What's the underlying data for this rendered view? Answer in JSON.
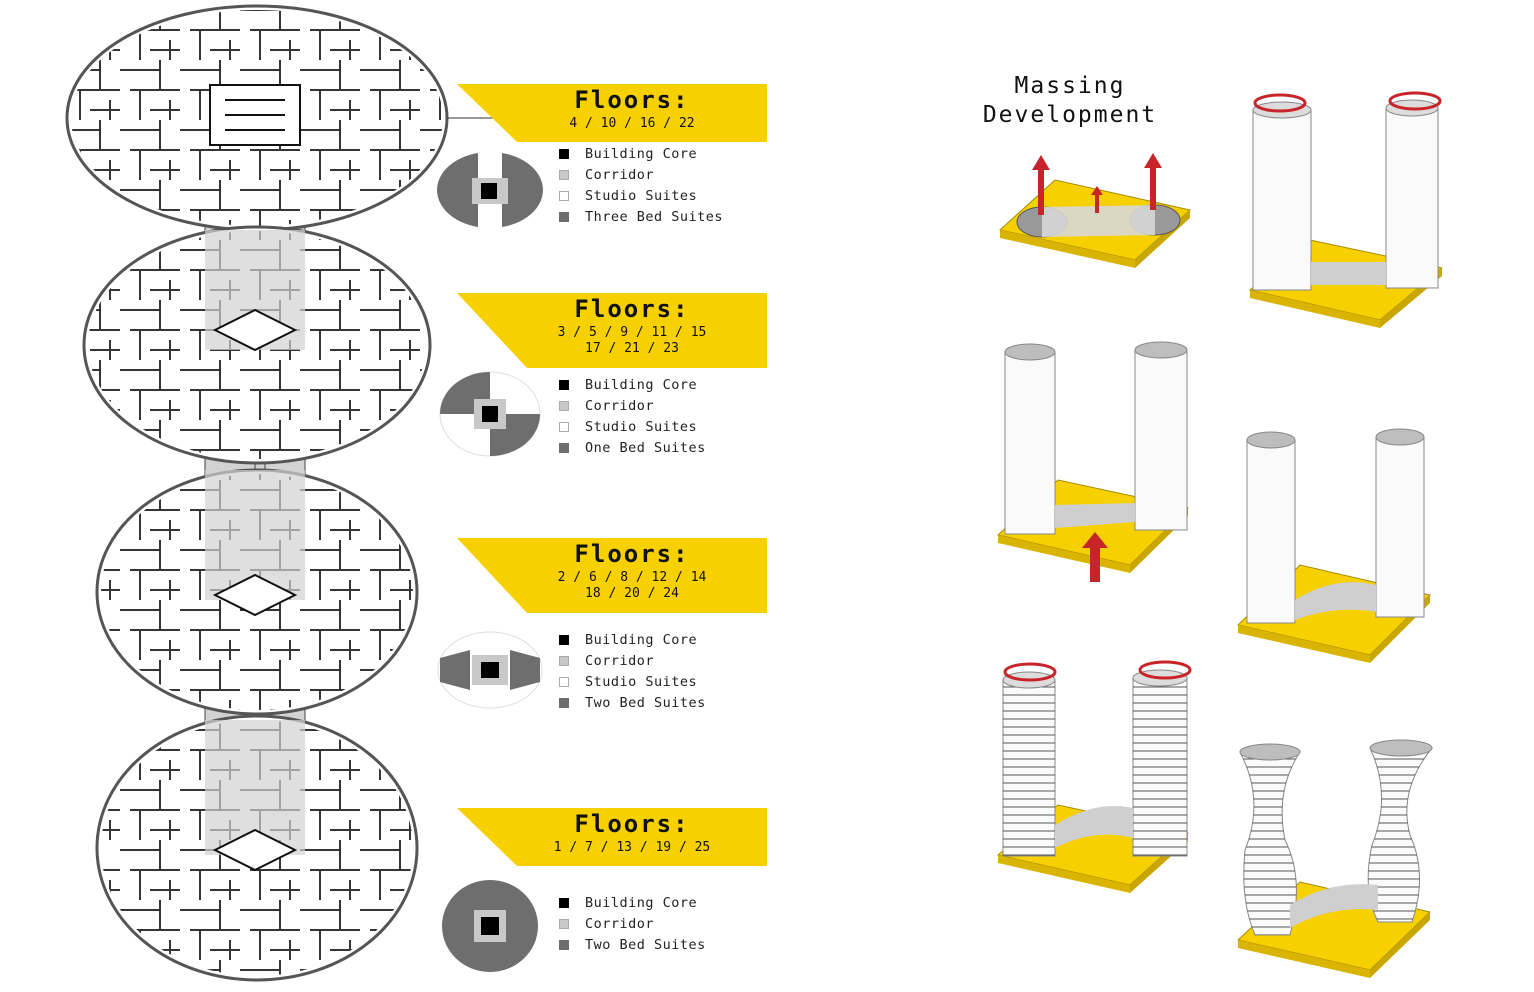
{
  "colors": {
    "accent_yellow": "#f7d000",
    "core_black": "#000000",
    "corridor_gray": "#c8c8c8",
    "suite_dark": "#6e6e6e",
    "arrow_red": "#c8252a"
  },
  "plans": [
    {
      "floors_label": "Floors:",
      "floor_numbers": "4 / 10 / 16 / 22",
      "legend": [
        {
          "label": "Building Core",
          "color": "#000000"
        },
        {
          "label": "Corridor",
          "color": "#c8c8c8"
        },
        {
          "label": "Studio Suites",
          "color": "#ffffff"
        },
        {
          "label": "Three Bed Suites",
          "color": "#6e6e6e"
        }
      ]
    },
    {
      "floors_label": "Floors:",
      "floor_numbers": "3 / 5 / 9 / 11 / 15\n17 / 21 / 23",
      "legend": [
        {
          "label": "Building Core",
          "color": "#000000"
        },
        {
          "label": "Corridor",
          "color": "#c8c8c8"
        },
        {
          "label": "Studio Suites",
          "color": "#ffffff"
        },
        {
          "label": "One Bed Suites",
          "color": "#6e6e6e"
        }
      ]
    },
    {
      "floors_label": "Floors:",
      "floor_numbers": "2 / 6 / 8 / 12 / 14\n18 / 20 / 24",
      "legend": [
        {
          "label": "Building Core",
          "color": "#000000"
        },
        {
          "label": "Corridor",
          "color": "#c8c8c8"
        },
        {
          "label": "Studio Suites",
          "color": "#ffffff"
        },
        {
          "label": "Two Bed Suites",
          "color": "#6e6e6e"
        }
      ]
    },
    {
      "floors_label": "Floors:",
      "floor_numbers": "1 / 7 / 13 / 19 / 25",
      "legend": [
        {
          "label": "Building Core",
          "color": "#000000"
        },
        {
          "label": "Corridor",
          "color": "#c8c8c8"
        },
        {
          "label": "Two Bed Suites",
          "color": "#6e6e6e"
        }
      ]
    }
  ],
  "massing": {
    "title_line1": "Massing",
    "title_line2": "Development"
  }
}
